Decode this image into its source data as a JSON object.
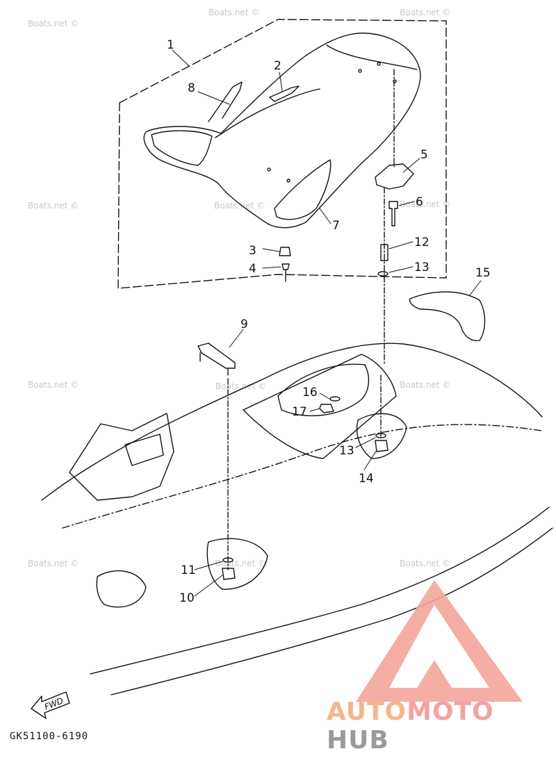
{
  "watermark_text": "Boats.net ©",
  "callouts": [
    "1",
    "2",
    "3",
    "4",
    "5",
    "6",
    "7",
    "8",
    "9",
    "10",
    "11",
    "12",
    "13",
    "13",
    "14",
    "15",
    "16",
    "17"
  ],
  "fwd_label": "FWD",
  "part_code": "GK51100-6190",
  "brand": {
    "part1": "AUTO",
    "part2": "MOTO",
    "part3": "HUB"
  },
  "colors": {
    "line": "#111111",
    "watermark": "#c9c9c9",
    "logo_fill": "#f3a59a",
    "brand_auto": "#f7b48a",
    "brand_moto": "#f2a3a3",
    "brand_hub": "#9a9a9a"
  }
}
